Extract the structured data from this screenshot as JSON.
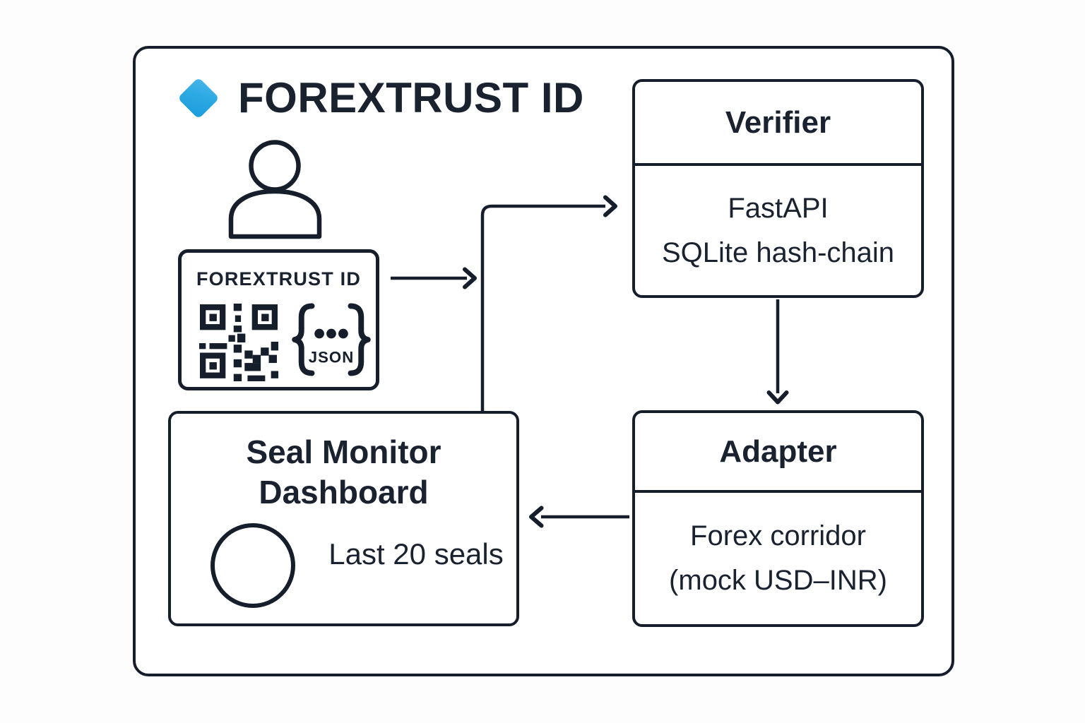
{
  "diagram": {
    "title": "FOREXTRUST ID",
    "colors": {
      "ink": "#161E2B",
      "accent_blue": "#2BA9E2",
      "background": "#FFFFFF"
    }
  },
  "id_card": {
    "label": "FOREXTRUST ID",
    "json_badge": "JSON"
  },
  "nodes": {
    "verifier": {
      "title": "Verifier",
      "lines": [
        "FastAPI",
        "SQLite hash-chain"
      ]
    },
    "adapter": {
      "title": "Adapter",
      "lines": [
        "Forex corridor",
        "(mock USD–INR)"
      ]
    },
    "dashboard": {
      "title_lines": [
        "Seal Monitor",
        "Dashboard"
      ],
      "caption": "Last 20 seals"
    }
  }
}
